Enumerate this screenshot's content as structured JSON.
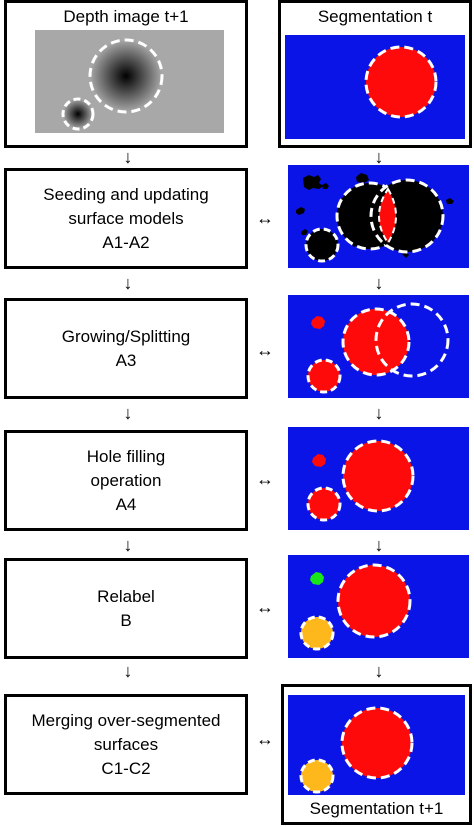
{
  "top_left_title": "Depth image t+1",
  "top_right_title": "Segmentation t",
  "bottom_right_title": "Segmentation t+1",
  "steps": [
    {
      "label": "Seeding and updating\nsurface models\nA1-A2"
    },
    {
      "label": "Growing/Splitting\nA3"
    },
    {
      "label": "Hole filling\noperation\nA4"
    },
    {
      "label": "Relabel\nB"
    },
    {
      "label": "Merging over-segmented\nsurfaces\nC1-C2"
    }
  ],
  "down_arrow": "↓",
  "bidir_arrow": "↔",
  "colors": {
    "background_blue": "#0a14e6",
    "segment_red": "#ff0a0a",
    "segment_green": "#19e619",
    "segment_yellow": "#ffb81c",
    "noise_black": "#000000",
    "depth_gray": "#a8a8a8"
  }
}
